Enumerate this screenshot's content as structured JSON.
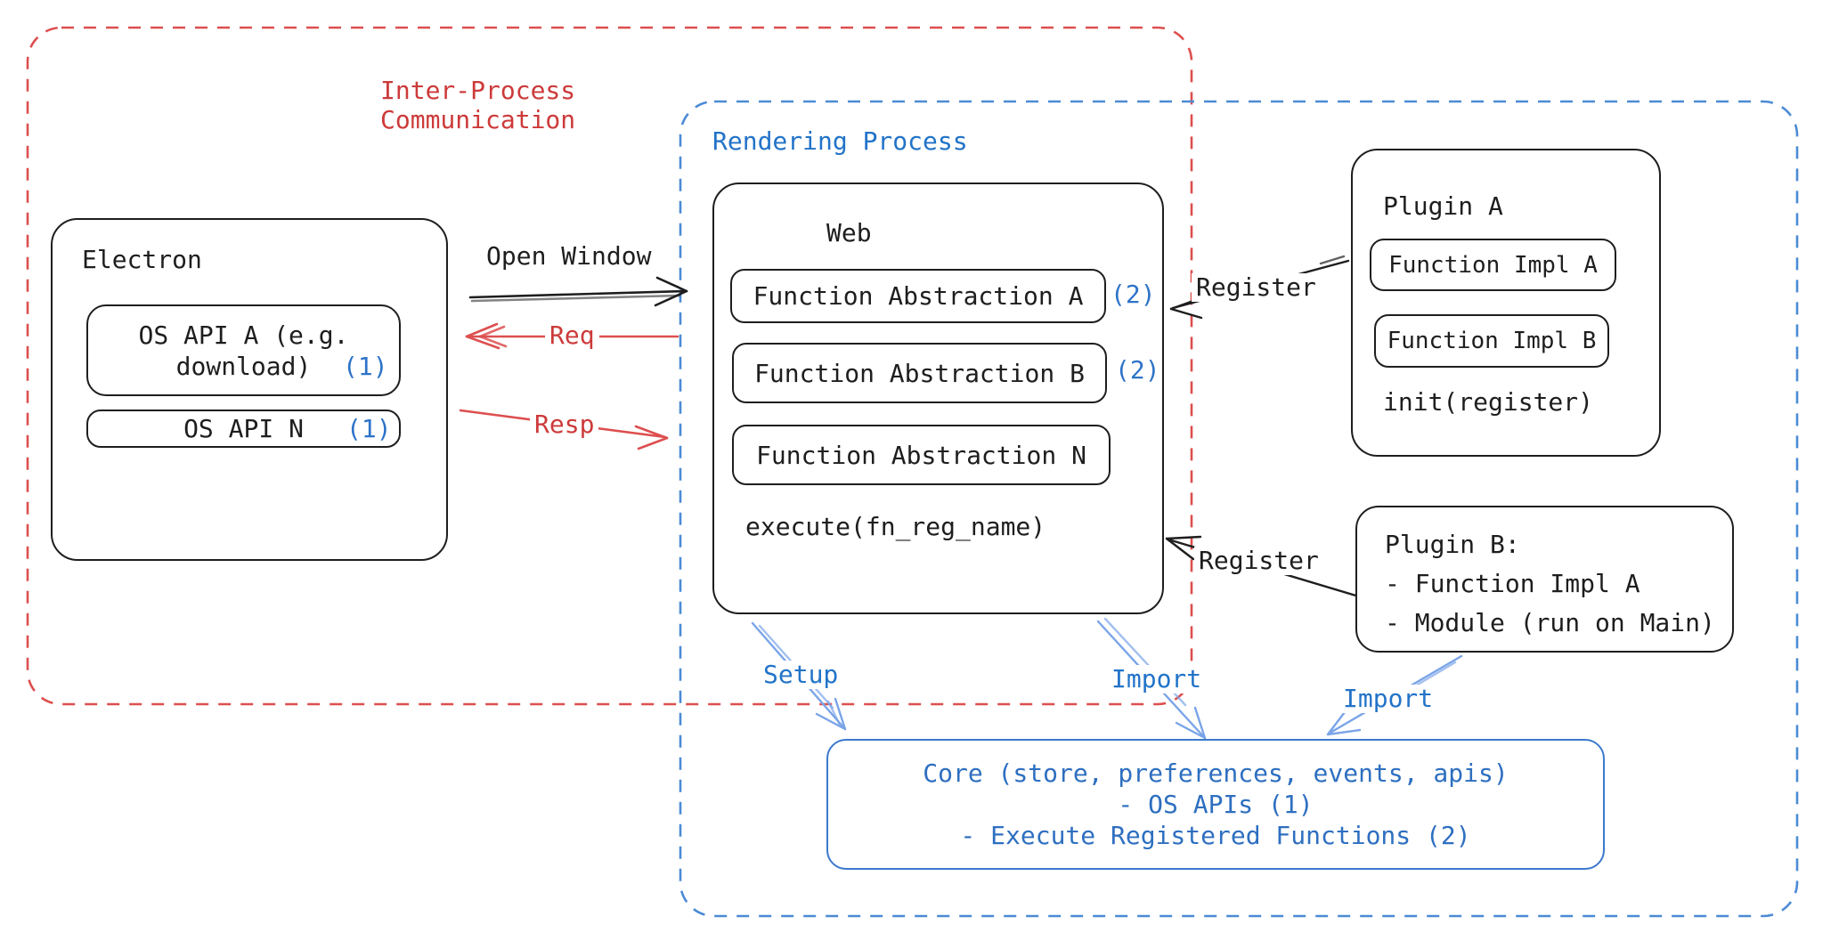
{
  "regions": {
    "ipc": {
      "label": "Inter-Process\nCommunication"
    },
    "rendering": {
      "label": "Rendering Process"
    }
  },
  "electron": {
    "title": "Electron",
    "os_api_a_line1": "OS API A (e.g.",
    "os_api_a_line2": "download)",
    "os_api_a_ref": "(1)",
    "os_api_n_label": "OS API N",
    "os_api_n_ref": "(1)"
  },
  "web": {
    "title": "Web",
    "fa_a": "Function Abstraction A",
    "fa_a_ref": "(2)",
    "fa_b": "Function Abstraction B",
    "fa_b_ref": "(2)",
    "fa_n": "Function Abstraction N",
    "execute": "execute(fn_reg_name)"
  },
  "plugin_a": {
    "title": "Plugin A",
    "impl_a": "Function Impl A",
    "impl_b": "Function Impl B",
    "init": "init(register)"
  },
  "plugin_b": {
    "text": "Plugin B:\n- Function Impl A\n- Module (run on Main)"
  },
  "core": {
    "line1": "Core (store, preferences, events, apis)",
    "line2": "- OS APIs (1)",
    "line3": "- Execute Registered Functions (2)"
  },
  "labels": {
    "open_window": "Open Window",
    "req": "Req",
    "resp": "Resp",
    "register_top": "Register",
    "register_bottom": "Register",
    "setup": "Setup",
    "import_center": "Import",
    "import_right": "Import"
  },
  "colors": {
    "ink": "#1e1e1e",
    "red_line": "#dd4f4f",
    "red_text": "#cd3a3a",
    "blue_dash": "#4b8bd5",
    "blue_text": "#2273c8",
    "blue_arrow": "#7aa4e8",
    "core_border": "#3b79cc",
    "ref_blue": "#2d73c8"
  }
}
